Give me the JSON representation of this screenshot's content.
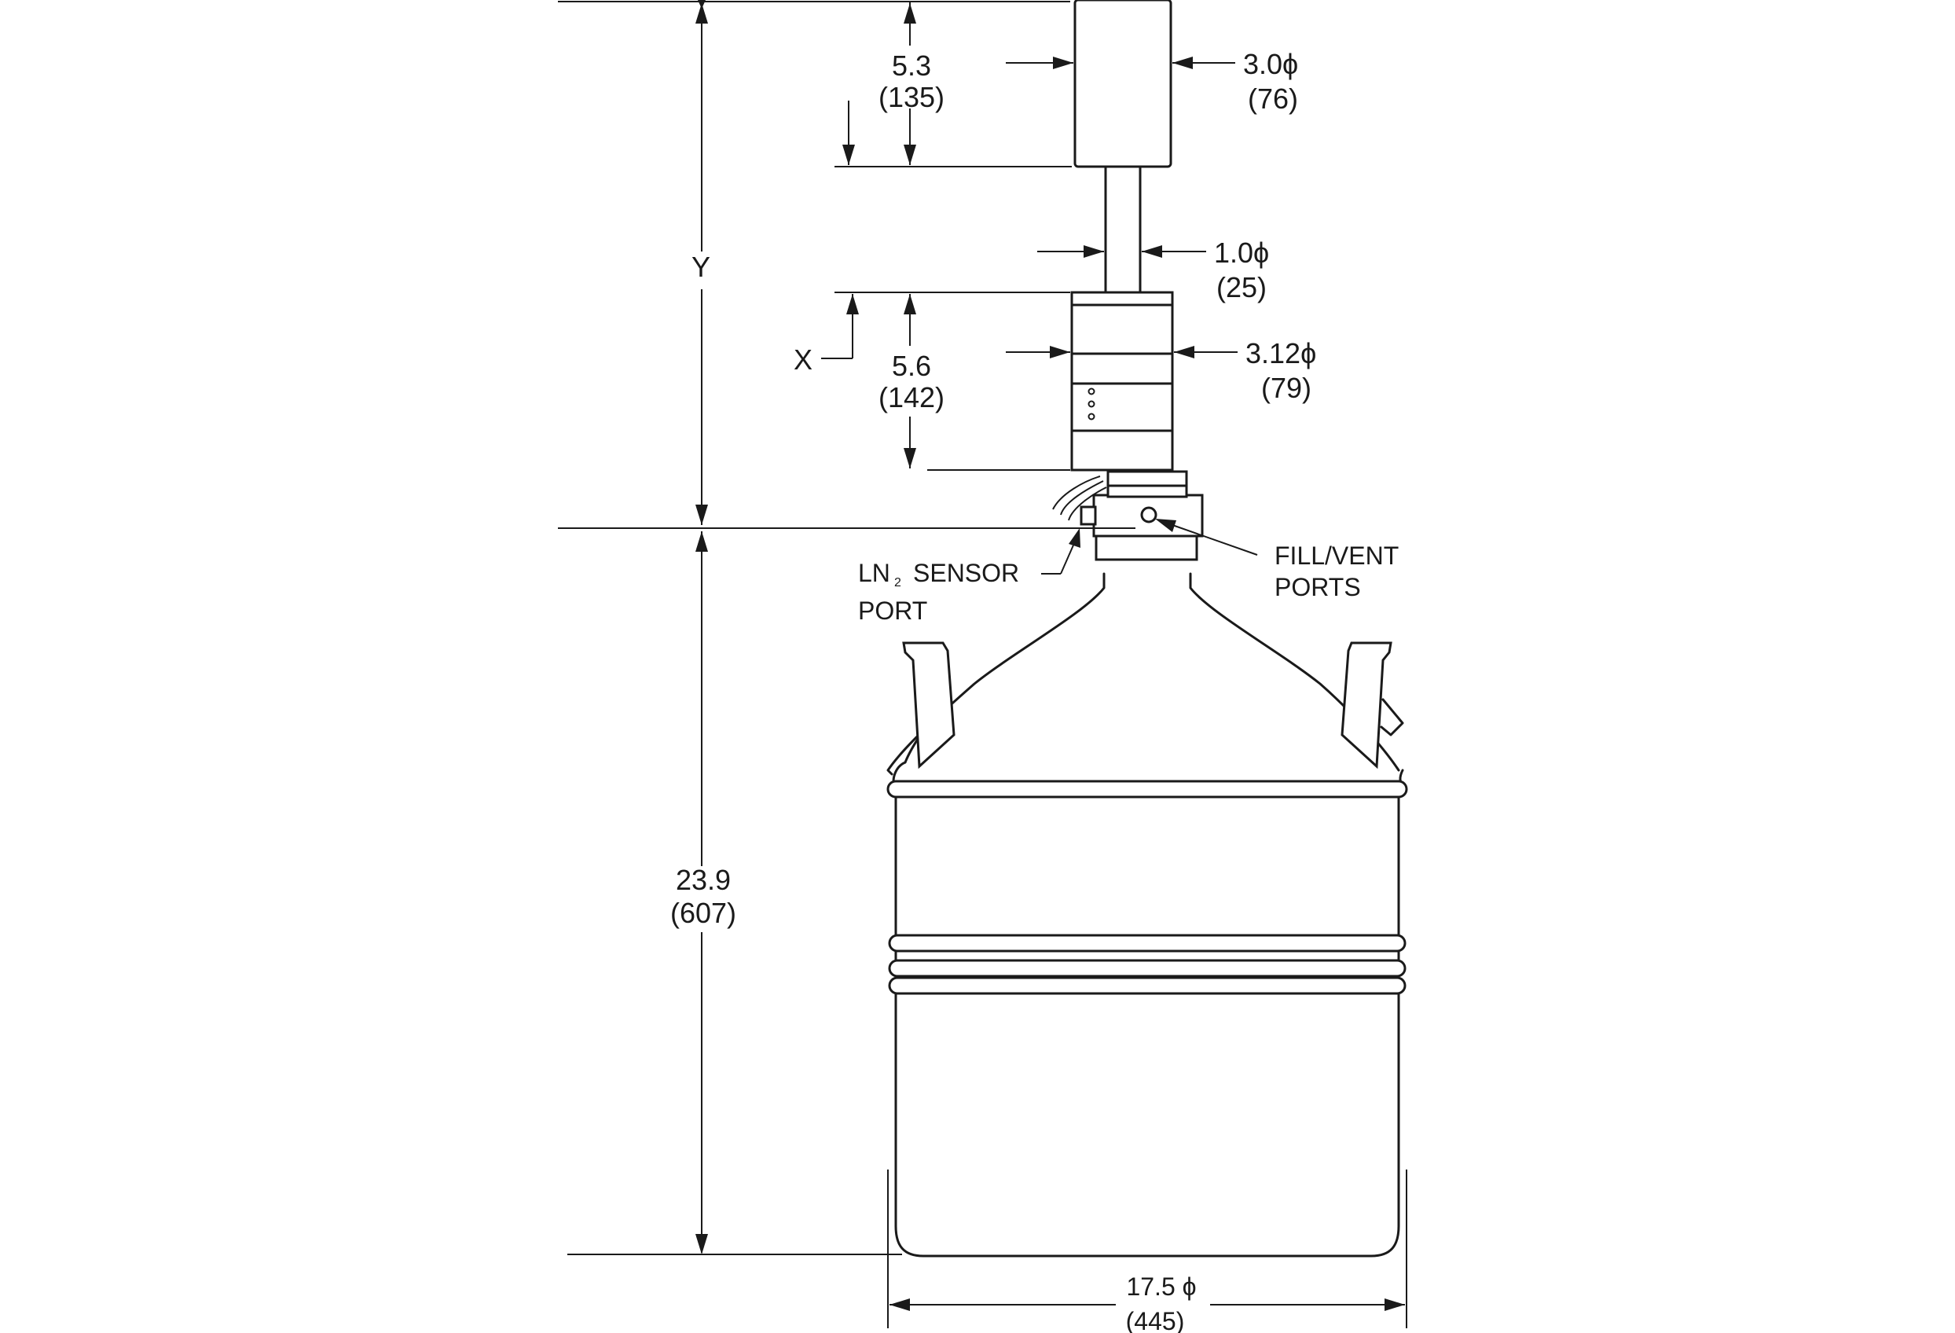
{
  "dims": {
    "head_height_in": "5.3",
    "head_height_mm": "(135)",
    "head_dia_in": "3.0ϕ",
    "head_dia_mm": "(76)",
    "shaft_dia_in": "1.0ϕ",
    "shaft_dia_mm": "(25)",
    "base_height_in": "5.6",
    "base_height_mm": "(142)",
    "base_dia_in": "3.12ϕ",
    "base_dia_mm": "(79)",
    "dewar_height_in": "23.9",
    "dewar_height_mm": "(607)",
    "dewar_dia_in": "17.5 ϕ",
    "dewar_dia_mm": "(445)"
  },
  "refs": {
    "x": "X",
    "y": "Y"
  },
  "labels": {
    "sensor_line1": "LN",
    "sensor_sub": "2",
    "sensor_word": "SENSOR",
    "sensor_line2": "PORT",
    "fill_line1": "FILL/VENT",
    "fill_line2": "PORTS"
  }
}
